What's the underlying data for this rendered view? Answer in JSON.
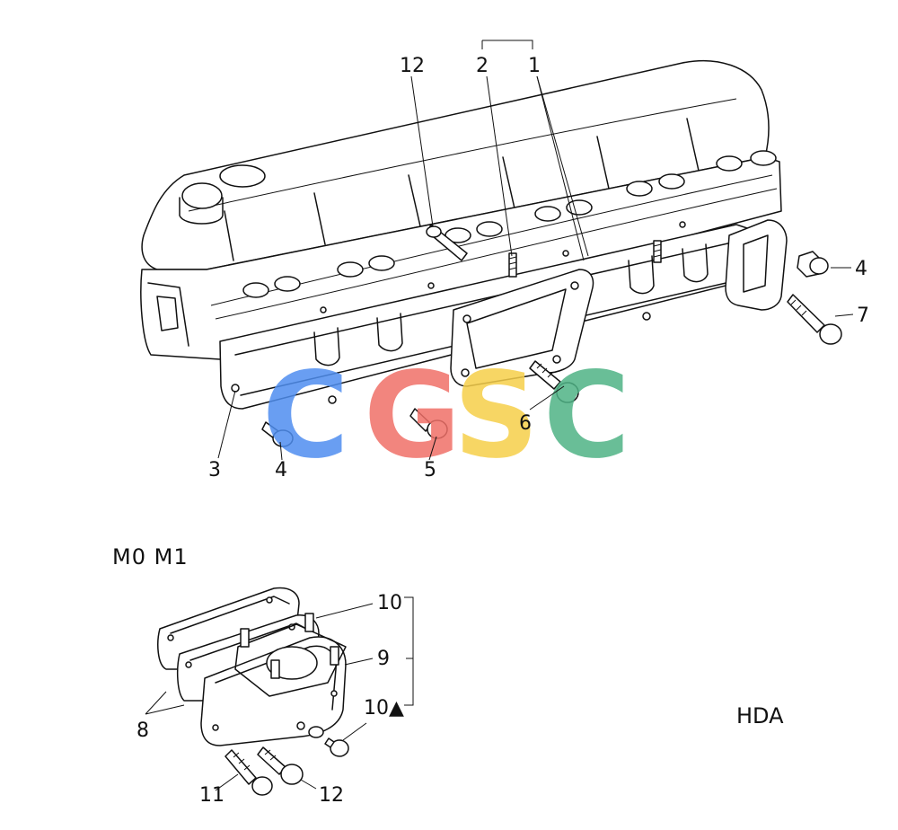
{
  "callouts": {
    "c12_top": "12",
    "c2": "2",
    "c1": "1",
    "c4_right": "4",
    "c7": "7",
    "c6": "6",
    "c3": "3",
    "c4_left": "4",
    "c5": "5",
    "c10_top": "10",
    "c9": "9",
    "c10_bottom": "10▲",
    "c8": "8",
    "c11": "11",
    "c12_bottom": "12"
  },
  "variant_label": "M0 M1",
  "model_code": "HDA",
  "watermark": {
    "letters": [
      "C",
      "G",
      "S",
      "C"
    ],
    "colors": [
      "#4f8ef0",
      "#f07068",
      "#f6cf4a",
      "#4fb386"
    ]
  }
}
